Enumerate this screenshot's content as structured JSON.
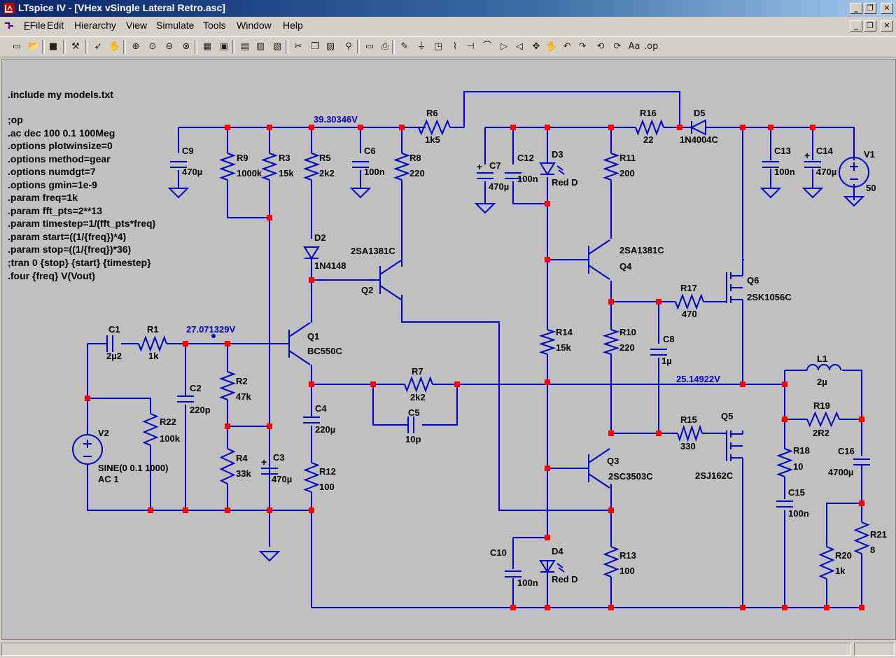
{
  "window": {
    "title": "LTspice IV - [VHex vSingle Lateral Retro.asc]"
  },
  "window_buttons": {
    "minimize": "_",
    "restore": "❐",
    "close": "✕"
  },
  "menu": [
    "File",
    "Edit",
    "Hierarchy",
    "View",
    "Simulate",
    "Tools",
    "Window",
    "Help"
  ],
  "directives": [
    ".include my models.txt",
    ";op",
    ".ac dec 100 0.1 100Meg",
    ".options plotwinsize=0",
    ".options method=gear",
    ".options numdgt=7",
    ".options gmin=1e-9",
    ".param freq=1k",
    ".param fft_pts=2**13",
    ".param timestep=1/(fft_pts*freq)",
    ".param start=((1/{freq})*4)",
    ".param stop=((1/{freq})*36)",
    ";tran 0 {stop} {start} {timestep}",
    ".four {freq} V(Vout)"
  ],
  "node_voltages": {
    "supply": "39.30346V",
    "input": "27.071329V",
    "output": "25.14922V"
  },
  "components": {
    "C9": {
      "name": "C9",
      "value": "470µ"
    },
    "R9": {
      "name": "R9",
      "value": "1000k"
    },
    "R3": {
      "name": "R3",
      "value": "15k"
    },
    "R5": {
      "name": "R5",
      "value": "2k2"
    },
    "C6": {
      "name": "C6",
      "value": "100n"
    },
    "R8": {
      "name": "R8",
      "value": "220"
    },
    "R6": {
      "name": "R6",
      "value": "1k5"
    },
    "C7": {
      "name": "C7",
      "value": "470µ"
    },
    "C12": {
      "name": "C12",
      "value": "100n"
    },
    "D3": {
      "name": "D3",
      "value": "Red D"
    },
    "R11": {
      "name": "R11",
      "value": "200"
    },
    "R16": {
      "name": "R16",
      "value": "22"
    },
    "D5": {
      "name": "D5",
      "value": "1N4004C"
    },
    "C13": {
      "name": "C13",
      "value": "100n"
    },
    "C14": {
      "name": "C14",
      "value": "470µ"
    },
    "V1": {
      "name": "V1",
      "value": "50"
    },
    "D2": {
      "name": "D2",
      "value": "1N4148"
    },
    "Q2": {
      "name": "Q2",
      "value": "2SA1381C"
    },
    "Q4": {
      "name": "Q4",
      "value": "2SA1381C"
    },
    "Q6": {
      "name": "Q6",
      "value": "2SK1056C"
    },
    "R17": {
      "name": "R17",
      "value": "470"
    },
    "C1": {
      "name": "C1",
      "value": "2µ2"
    },
    "R1": {
      "name": "R1",
      "value": "1k"
    },
    "Q1": {
      "name": "Q1",
      "value": "BC550C"
    },
    "R14": {
      "name": "R14",
      "value": "15k"
    },
    "R10": {
      "name": "R10",
      "value": "220"
    },
    "C8": {
      "name": "C8",
      "value": "1µ"
    },
    "L1": {
      "name": "L1",
      "value": "2µ"
    },
    "C2": {
      "name": "C2",
      "value": "220p"
    },
    "R2": {
      "name": "R2",
      "value": "47k"
    },
    "R7": {
      "name": "R7",
      "value": "2k2"
    },
    "C5": {
      "name": "C5",
      "value": "10p"
    },
    "R19": {
      "name": "R19",
      "value": "2R2"
    },
    "V2": {
      "name": "V2",
      "value": "SINE(0 0.1 1000)",
      "value2": "AC 1"
    },
    "R22": {
      "name": "R22",
      "value": "100k"
    },
    "C4": {
      "name": "C4",
      "value": "220µ"
    },
    "R15": {
      "name": "R15",
      "value": "330"
    },
    "Q5": {
      "name": "Q5",
      "value": "2SJ162C"
    },
    "R18": {
      "name": "R18",
      "value": "10"
    },
    "C16": {
      "name": "C16",
      "value": "4700µ"
    },
    "R4": {
      "name": "R4",
      "value": "33k"
    },
    "C3": {
      "name": "C3",
      "value": "470µ"
    },
    "Q3": {
      "name": "Q3",
      "value": "2SC3503C"
    },
    "R12": {
      "name": "R12",
      "value": "100"
    },
    "C15": {
      "name": "C15",
      "value": "100n"
    },
    "R21": {
      "name": "R21",
      "value": "8"
    },
    "C10": {
      "name": "C10",
      "value": "100n"
    },
    "D4": {
      "name": "D4",
      "value": "Red D"
    },
    "R13": {
      "name": "R13",
      "value": "100"
    },
    "R20": {
      "name": "R20",
      "value": "1k"
    }
  },
  "icons": [
    "new-schematic",
    "open",
    "save",
    "control-panel",
    "run",
    "halt",
    "zoom-in",
    "pan",
    "zoom-out",
    "zoom-cancel",
    "autorange",
    "fit",
    "tile",
    "cascade",
    "close-all",
    "cut",
    "copy",
    "paste",
    "find",
    "print-preview",
    "print",
    "wire",
    "ground",
    "label",
    "resistor",
    "capacitor",
    "inductor",
    "diode",
    "component",
    "move",
    "drag",
    "undo",
    "redo",
    "rotate",
    "mirror",
    "text",
    "spice-directive"
  ],
  "colors": {
    "wire": "#0000c8",
    "junction": "#ff0000",
    "canvas": "#c0c0c0",
    "node_label": "#0000c0"
  }
}
